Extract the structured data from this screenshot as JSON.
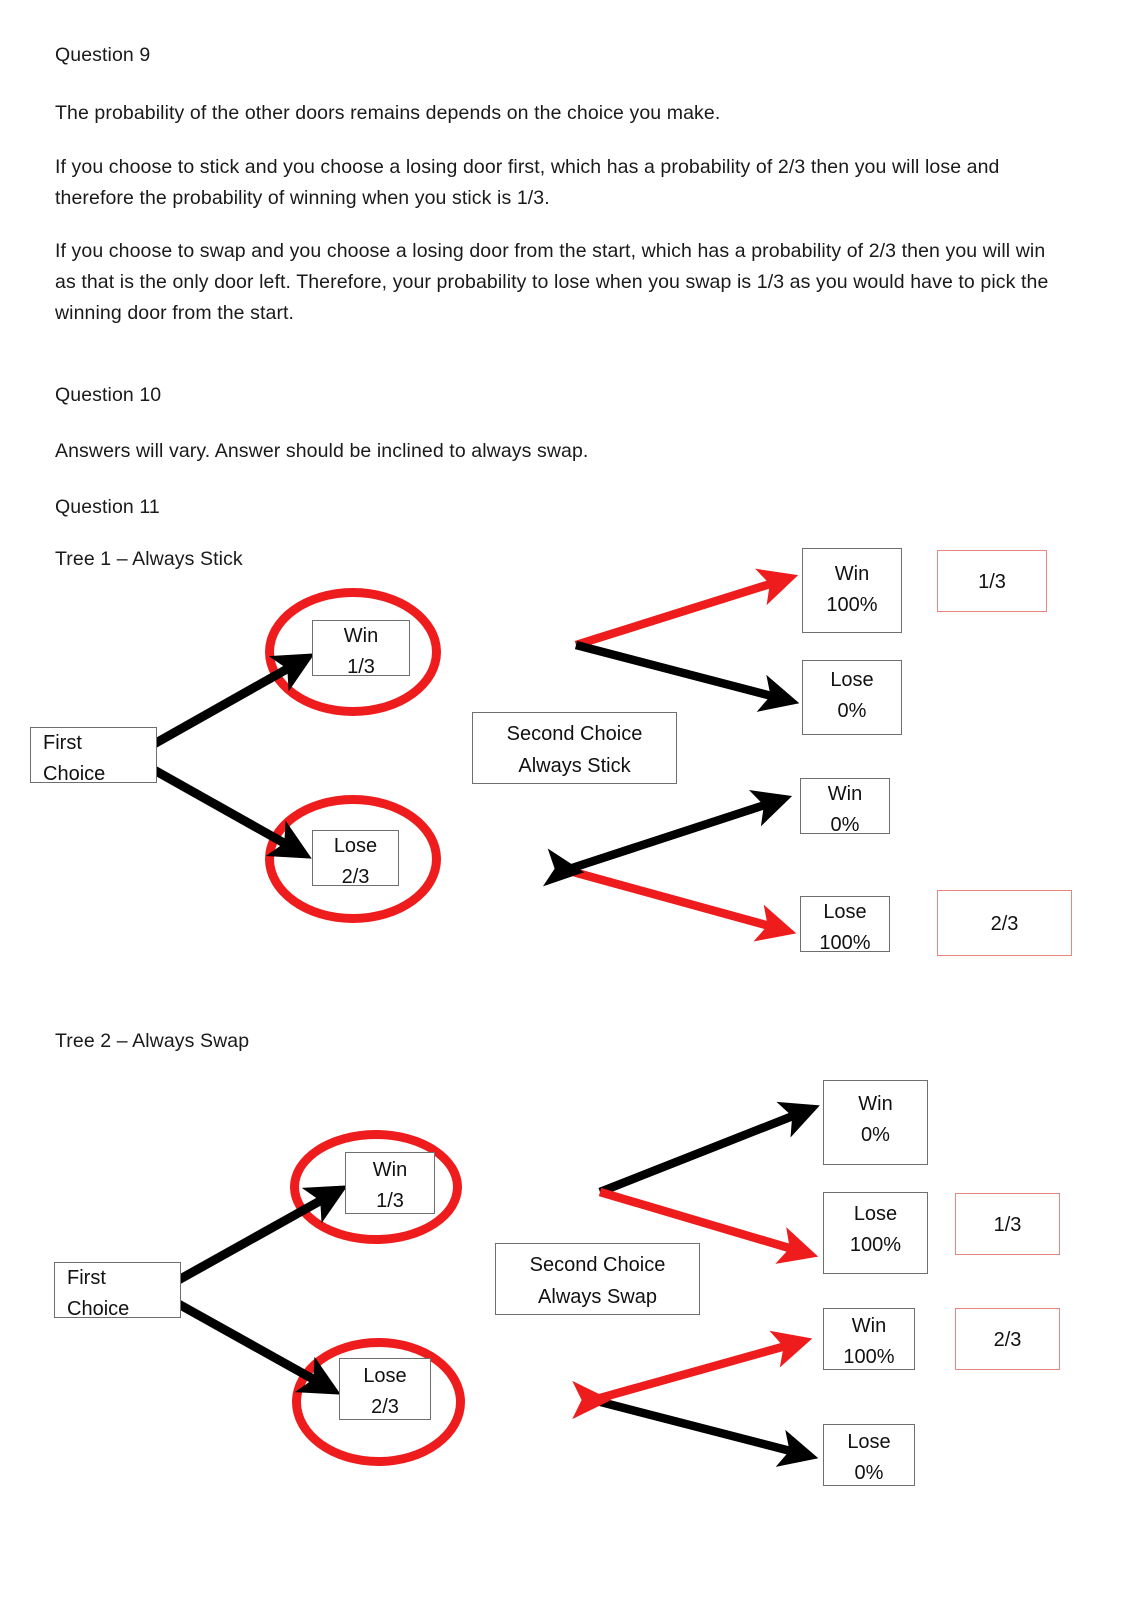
{
  "document": {
    "questions": [
      {
        "heading": "Question 9",
        "paragraphs": [
          "The probability of the other doors remains depends on the choice you make.",
          "If you choose to stick and you choose a losing door first, which has a probability of 2/3 then you will lose and therefore the probability of winning when you stick is 1/3.",
          "If you choose to swap and you choose a losing door from the start, which has a probability of 2/3 then you will win as that is the only door left. Therefore, your probability to lose when you swap is 1/3 as you would have to pick the winning door from the start."
        ]
      },
      {
        "heading": "Question 10",
        "paragraphs": [
          "Answers will vary. Answer should be inclined to always swap."
        ]
      },
      {
        "heading": "Question 11",
        "paragraphs": []
      }
    ]
  },
  "chart_data": {
    "type": "diagram",
    "title": "Monty Hall probability trees",
    "trees": [
      {
        "label": "Tree 1 – Always Stick",
        "root": {
          "line1": "First",
          "line2": "Choice"
        },
        "strategy_box": {
          "line1": "Second Choice",
          "line2": "Always Stick"
        },
        "first_choice_nodes": [
          {
            "line1": "Win",
            "line2": "1/3",
            "circled": true,
            "highlight_color": "#ee1c1c"
          },
          {
            "line1": "Lose",
            "line2": "2/3",
            "circled": true,
            "highlight_color": "#ee1c1c"
          }
        ],
        "outcomes": [
          {
            "line1": "Win",
            "line2": "100%",
            "edge_color": "red",
            "result": "1/3"
          },
          {
            "line1": "Lose",
            "line2": "0%",
            "edge_color": "black",
            "result": null
          },
          {
            "line1": "Win",
            "line2": "0%",
            "edge_color": "black",
            "result": null
          },
          {
            "line1": "Lose",
            "line2": "100%",
            "edge_color": "red",
            "result": "2/3"
          }
        ],
        "results": [
          "1/3",
          "2/3"
        ]
      },
      {
        "label": "Tree 2 – Always Swap",
        "root": {
          "line1": "First",
          "line2": "Choice"
        },
        "strategy_box": {
          "line1": "Second Choice",
          "line2": "Always Swap"
        },
        "first_choice_nodes": [
          {
            "line1": "Win",
            "line2": "1/3",
            "circled": true,
            "highlight_color": "#ee1c1c"
          },
          {
            "line1": "Lose",
            "line2": "2/3",
            "circled": true,
            "highlight_color": "#ee1c1c"
          }
        ],
        "outcomes": [
          {
            "line1": "Win",
            "line2": "0%",
            "edge_color": "black",
            "result": null
          },
          {
            "line1": "Lose",
            "line2": "100%",
            "edge_color": "red",
            "result": "1/3"
          },
          {
            "line1": "Win",
            "line2": "100%",
            "edge_color": "red",
            "result": "2/3"
          },
          {
            "line1": "Lose",
            "line2": "0%",
            "edge_color": "black",
            "result": null
          }
        ],
        "results": [
          "1/3",
          "2/3"
        ]
      }
    ],
    "colors": {
      "highlight": "#ee1c1c",
      "result_border": "#e8857f",
      "node_border": "#6f6f6f"
    }
  }
}
